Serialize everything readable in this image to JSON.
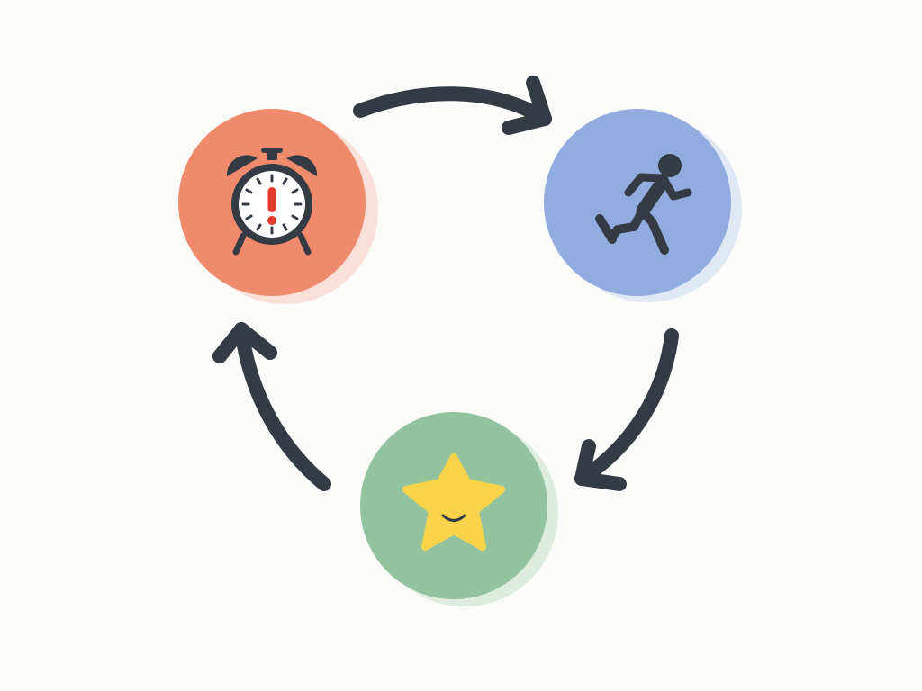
{
  "diagram": {
    "type": "cycle",
    "direction": "clockwise",
    "colors": {
      "background": "#fbfbf9",
      "arrow": "#353b44",
      "node_red": "#f08a6c",
      "node_blue": "#92ace0",
      "node_green": "#92c39e",
      "star": "#f9d44a",
      "alarm_accent": "#e53b2f"
    },
    "nodes": [
      {
        "id": "cue",
        "icon": "alarm-clock-icon",
        "color": "#f08a6c"
      },
      {
        "id": "routine",
        "icon": "running-person-icon",
        "color": "#92ace0"
      },
      {
        "id": "reward",
        "icon": "smiling-star-icon",
        "color": "#92c39e"
      }
    ],
    "edges": [
      {
        "from": "cue",
        "to": "routine"
      },
      {
        "from": "routine",
        "to": "reward"
      },
      {
        "from": "reward",
        "to": "cue"
      }
    ]
  }
}
